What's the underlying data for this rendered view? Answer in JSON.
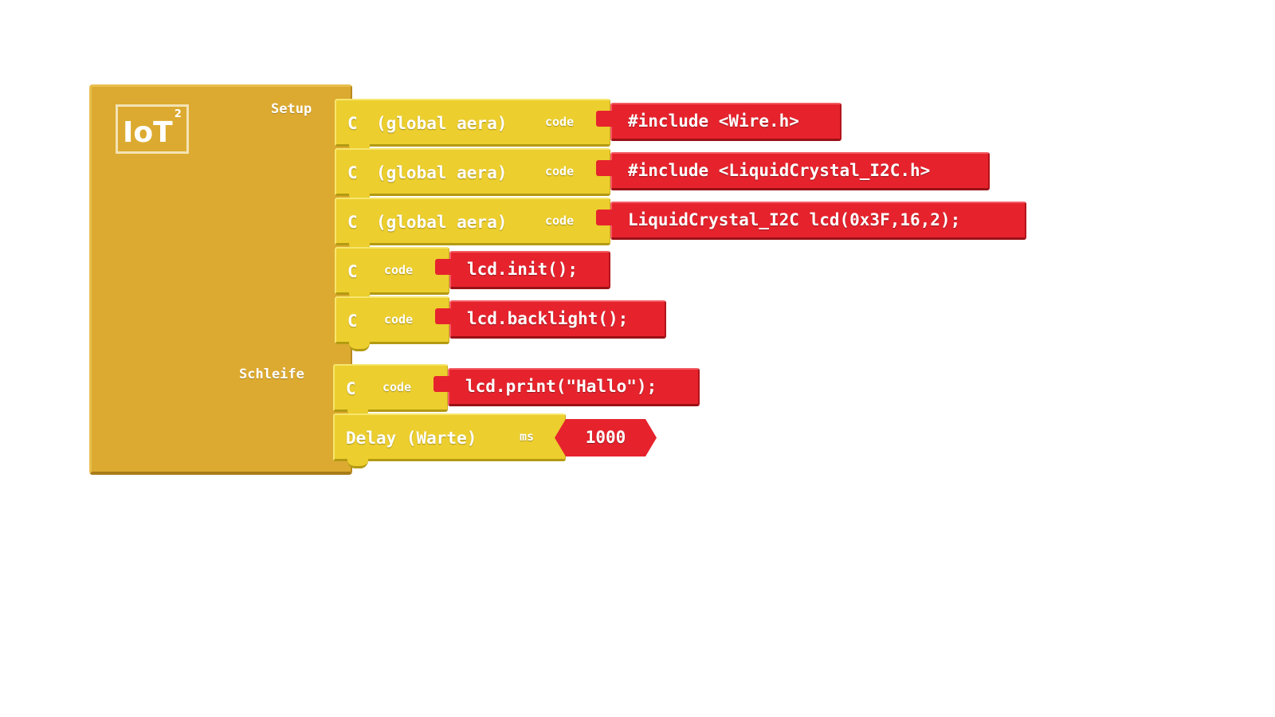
{
  "logo": {
    "text": "IoT",
    "superscript": "2"
  },
  "sections": {
    "setup": "Setup",
    "loop": "Schleife"
  },
  "setup_blocks": [
    {
      "c": "C",
      "context": "(global aera)",
      "code_label": "code",
      "code": "#include <Wire.h>"
    },
    {
      "c": "C",
      "context": "(global aera)",
      "code_label": "code",
      "code": "#include <LiquidCrystal_I2C.h>"
    },
    {
      "c": "C",
      "context": "(global aera)",
      "code_label": "code",
      "code": "LiquidCrystal_I2C lcd(0x3F,16,2);"
    },
    {
      "c": "C",
      "code_label": "code",
      "code": "lcd.init();"
    },
    {
      "c": "C",
      "code_label": "code",
      "code": "lcd.backlight();"
    }
  ],
  "loop_blocks": [
    {
      "c": "C",
      "code_label": "code",
      "code": "lcd.print(\"Hallo\");"
    }
  ],
  "delay_block": {
    "label": "Delay (Warte)",
    "unit": "ms",
    "value": "1000"
  },
  "colors": {
    "program": "#dcaa30",
    "statement": "#ecce2e",
    "code_input": "#e6232d"
  }
}
